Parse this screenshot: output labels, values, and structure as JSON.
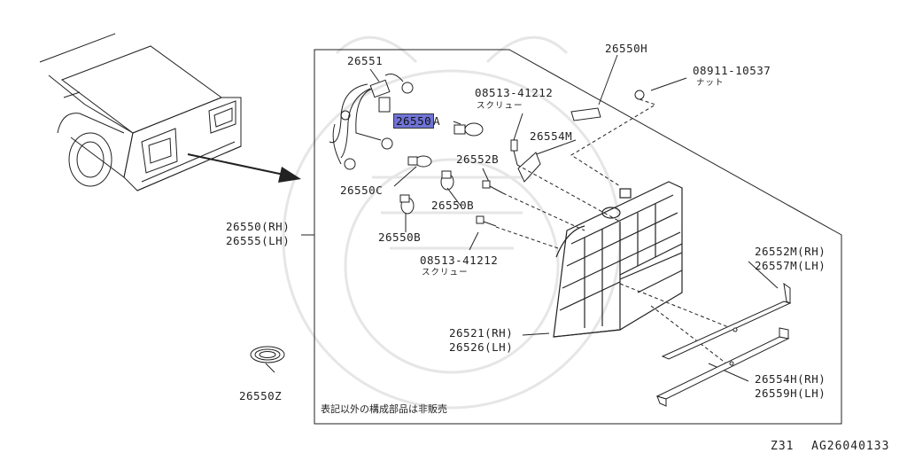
{
  "colors": {
    "line": "#222222",
    "highlight": "#6f73d6",
    "watermark": "#e6e6e6"
  },
  "parts": {
    "p26551": "26551",
    "p26550H": "26550H",
    "p08911": "08911-10537",
    "p08911_sub": "ナット",
    "p08513_top": "08513-41212",
    "p08513_top_sub": "スクリュー",
    "p26550A_hl": "26550",
    "p26550A_tail": "A",
    "p26554M": "26554M",
    "p26552B": "26552B",
    "p26550C": "26550C",
    "p26550B_1": "26550B",
    "p26550B_2": "26550B",
    "p08513_bot": "08513-41212",
    "p08513_bot_sub": "スクリュー",
    "p26550_rh": "26550(RH)",
    "p26555_lh": "26555(LH)",
    "p26552M_rh": "26552M(RH)",
    "p26557M_lh": "26557M(LH)",
    "p26521_rh": "26521(RH)",
    "p26526_lh": "26526(LH)",
    "p26554H_rh": "26554H(RH)",
    "p26559H_lh": "26559H(LH)",
    "p26550Z": "26550Z"
  },
  "note": "表記以外の構成部品は非販売",
  "catalog": {
    "model": "Z31",
    "code": "AG26040133"
  }
}
